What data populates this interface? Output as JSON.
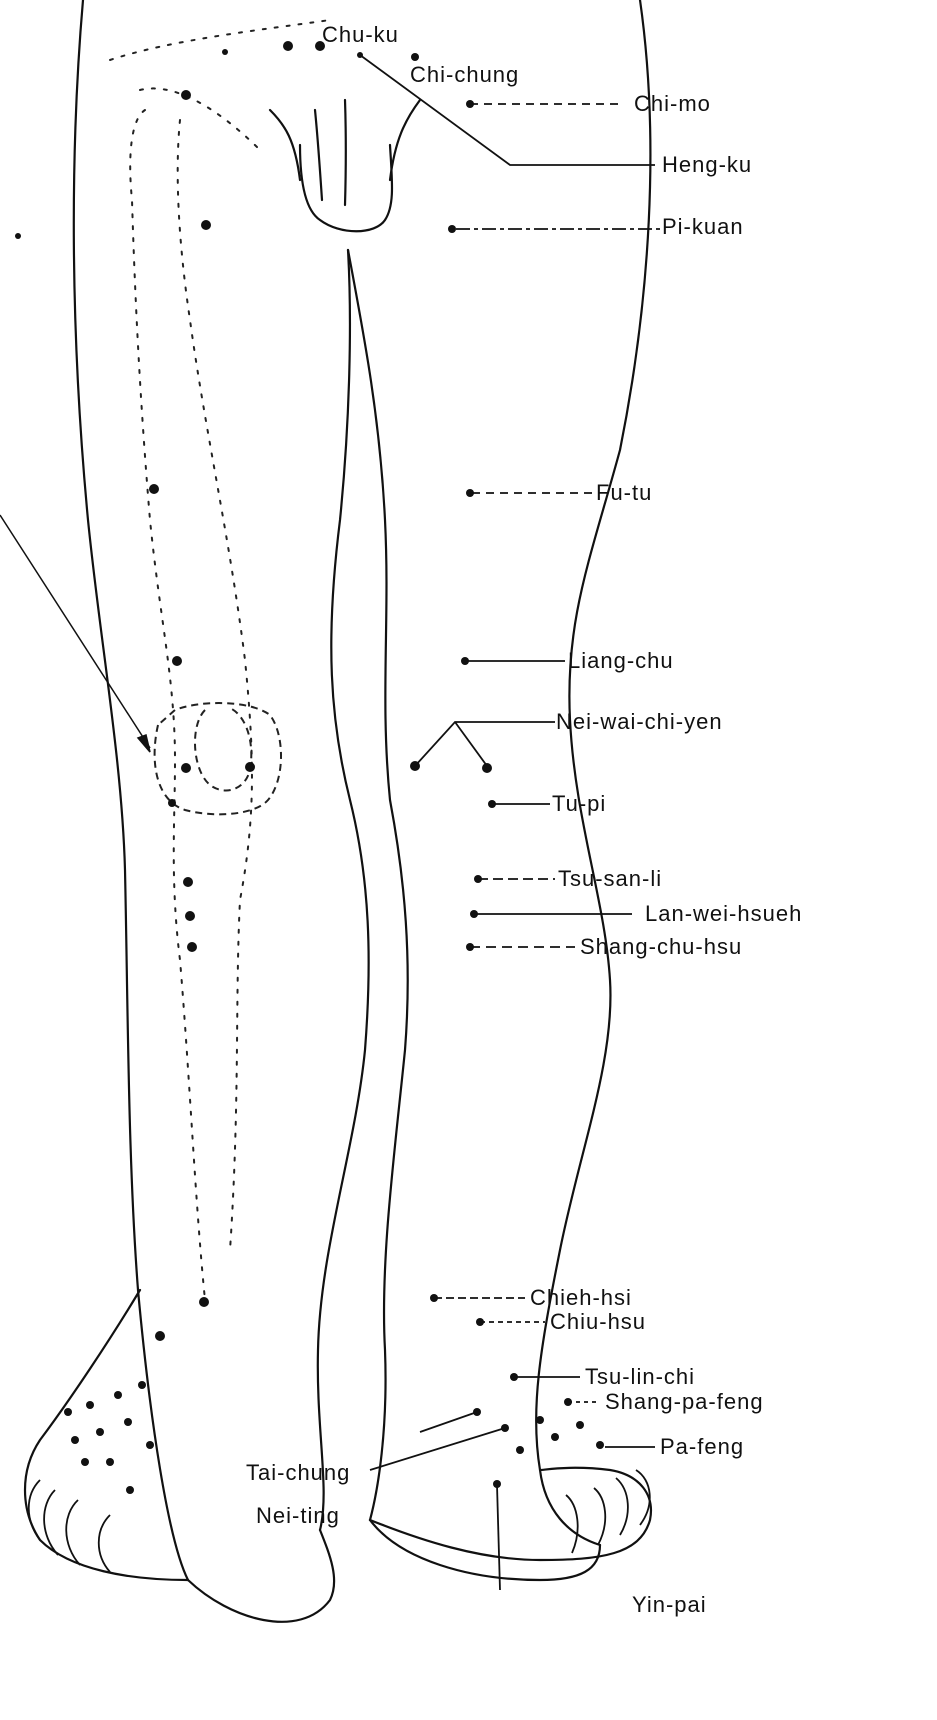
{
  "diagram": {
    "ink_color": "#111111",
    "points": [
      {
        "key": "chu_ku",
        "label": "Chu-ku"
      },
      {
        "key": "chi_chung",
        "label": "Chi-chung"
      },
      {
        "key": "chi_mo",
        "label": "Chi-mo"
      },
      {
        "key": "heng_ku",
        "label": "Heng-ku"
      },
      {
        "key": "pi_kuan",
        "label": "Pi-kuan"
      },
      {
        "key": "fu_tu",
        "label": "Fu-tu"
      },
      {
        "key": "liang_chu",
        "label": "Liang-chu"
      },
      {
        "key": "nei_wai_chi_yen",
        "label": "Nei-wai-chi-yen"
      },
      {
        "key": "tu_pi",
        "label": "Tu-pi"
      },
      {
        "key": "tsu_san_li",
        "label": "Tsu-san-li"
      },
      {
        "key": "lan_wei_hsueh",
        "label": "Lan-wei-hsueh"
      },
      {
        "key": "shang_chu_hsu",
        "label": "Shang-chu-hsu"
      },
      {
        "key": "chieh_hsi",
        "label": "Chieh-hsi"
      },
      {
        "key": "chiu_hsu",
        "label": "Chiu-hsu"
      },
      {
        "key": "tsu_lin_chi",
        "label": "Tsu-lin-chi"
      },
      {
        "key": "shang_pa_feng",
        "label": "Shang-pa-feng"
      },
      {
        "key": "pa_feng",
        "label": "Pa-feng"
      },
      {
        "key": "tai_chung",
        "label": "Tai-chung"
      },
      {
        "key": "nei_ting",
        "label": "Nei-ting"
      },
      {
        "key": "yin_pai",
        "label": "Yin-pai"
      }
    ]
  }
}
